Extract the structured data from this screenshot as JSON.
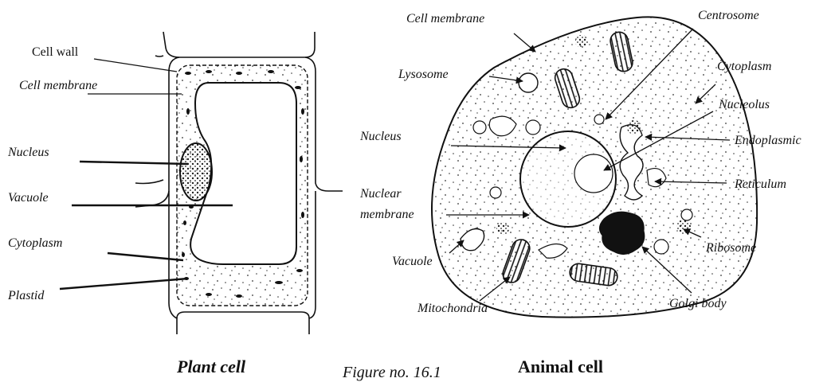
{
  "plant": {
    "caption": "Plant cell",
    "labels": {
      "cell_wall": "Cell wall",
      "cell_membrane": "Cell membrane",
      "nucleus": "Nucleus",
      "vacuole": "Vacuole",
      "cytoplasm": "Cytoplasm",
      "plastid": "Plastid"
    }
  },
  "animal": {
    "caption": "Animal cell",
    "labels": {
      "cell_membrane": "Cell membrane",
      "centrosome": "Centrosome",
      "lysosome": "Lysosome",
      "cytoplasm": "Cytoplasm",
      "nucleolus": "Nucleolus",
      "nucleus": "Nucleus",
      "endoplasmic": "Endoplasmic",
      "reticulum": "Reticulum",
      "nuclear": "Nuclear",
      "membrane": "membrane",
      "vacuole": "Vacuole",
      "ribosome": "Ribosome",
      "mitochondria": "Mitochondria",
      "golgi_body": "Golgi body"
    }
  },
  "figure_number": "Figure no. 16.1"
}
